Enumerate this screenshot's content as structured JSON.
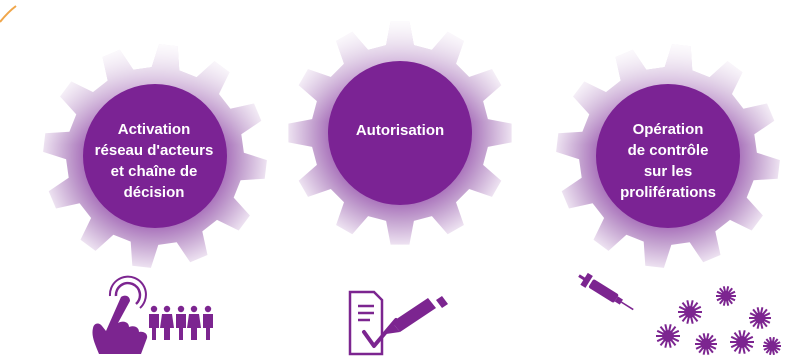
{
  "colors": {
    "gear_center": "#7b2394",
    "gear_light": "#e6d8ec",
    "icon_purple": "#7c2590",
    "label_text": "#ffffff"
  },
  "steps": [
    {
      "label_lines": [
        "Activation",
        "réseau d'acteurs",
        "et chaîne de",
        "décision"
      ],
      "icon": "hand-touch-and-people-icon"
    },
    {
      "label_lines": [
        "Autorisation"
      ],
      "icon": "document-signature-icon"
    },
    {
      "label_lines": [
        "Opération",
        "de contrôle",
        "sur les",
        "proliférations"
      ],
      "icon": "syringe-and-cells-icon"
    }
  ]
}
